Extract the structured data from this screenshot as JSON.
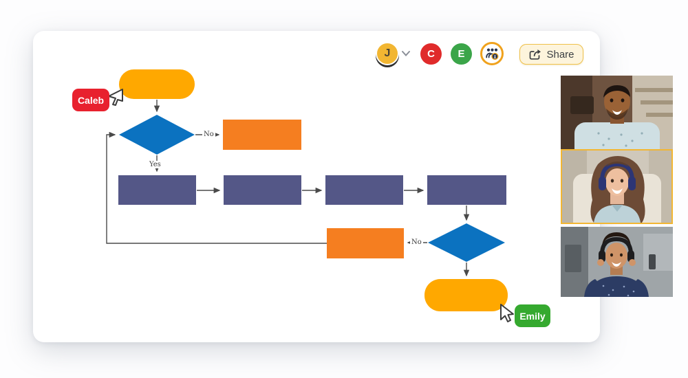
{
  "header": {
    "avatars": [
      {
        "initial": "J",
        "color": "#F2B632",
        "has_dropdown": true
      },
      {
        "initial": "C",
        "color": "#E02B2B",
        "has_dropdown": false
      },
      {
        "initial": "E",
        "color": "#3BA549",
        "has_dropdown": false
      }
    ],
    "collaborators_button_icon": "people-info-icon",
    "share_label": "Share"
  },
  "cursors": {
    "caleb": {
      "name": "Caleb",
      "color": "#E8212E"
    },
    "emily": {
      "name": "Emily",
      "color": "#35A92F"
    }
  },
  "flowchart": {
    "labels": {
      "no1": "No",
      "yes1": "Yes",
      "no2": "No"
    },
    "nodes": [
      {
        "id": "start",
        "type": "terminator",
        "color": "#FFA800"
      },
      {
        "id": "decision-1",
        "type": "decision",
        "color": "#0B72C0"
      },
      {
        "id": "orange-1",
        "type": "process",
        "color": "#F57E20"
      },
      {
        "id": "process-1",
        "type": "process",
        "color": "#545787"
      },
      {
        "id": "process-2",
        "type": "process",
        "color": "#545787"
      },
      {
        "id": "process-3",
        "type": "process",
        "color": "#545787"
      },
      {
        "id": "process-4",
        "type": "process",
        "color": "#545787"
      },
      {
        "id": "decision-2",
        "type": "decision",
        "color": "#0B72C0"
      },
      {
        "id": "orange-2",
        "type": "process",
        "color": "#F57E20"
      },
      {
        "id": "end",
        "type": "terminator",
        "color": "#FFA800"
      }
    ]
  },
  "video_call": {
    "participants": [
      {
        "id": "participant-1",
        "highlighted": false
      },
      {
        "id": "participant-2",
        "highlighted": true
      },
      {
        "id": "participant-3",
        "highlighted": false
      }
    ],
    "highlight_color": "#F2B632"
  }
}
